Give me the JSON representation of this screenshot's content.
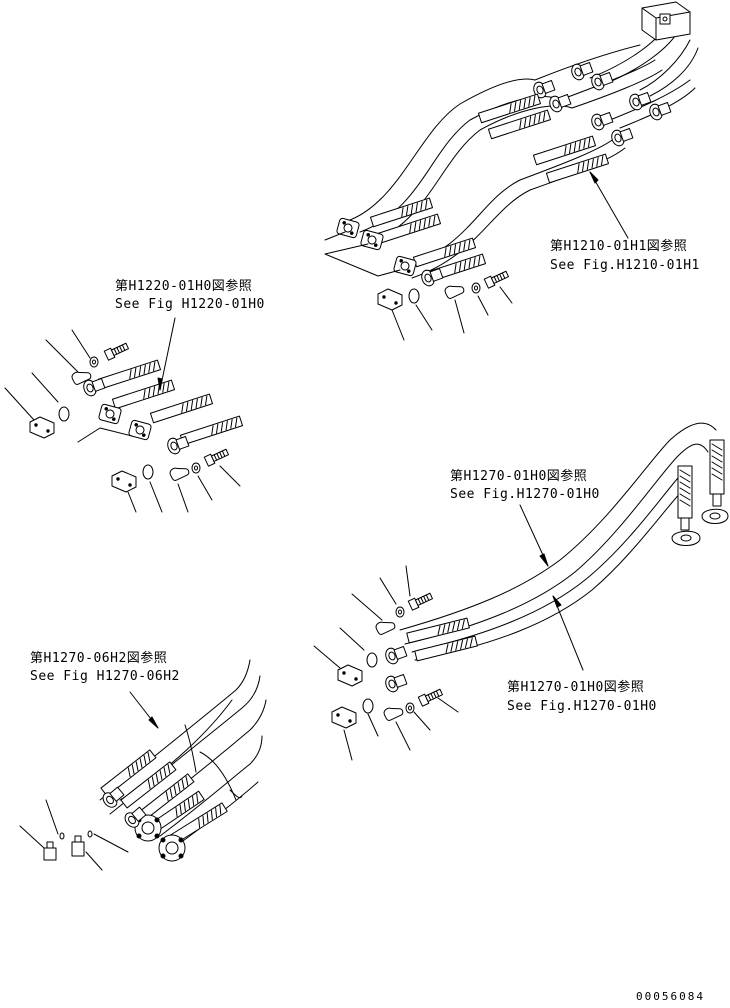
{
  "references": {
    "ref_h1210": {
      "jp": "第H1210-01H1図参照",
      "en": "See Fig.H1210-01H1"
    },
    "ref_h1220": {
      "jp": "第H1220-01H0図参照",
      "en": "See Fig H1220-01H0"
    },
    "ref_h1270_top": {
      "jp": "第H1270-01H0図参照",
      "en": "See Fig.H1270-01H0"
    },
    "ref_h1270_bottom": {
      "jp": "第H1270-01H0図参照",
      "en": "See Fig.H1270-01H0"
    },
    "ref_h1270_06": {
      "jp": "第H1270-06H2図参照",
      "en": "See Fig H1270-06H2"
    }
  },
  "drawing_code": "00056084"
}
